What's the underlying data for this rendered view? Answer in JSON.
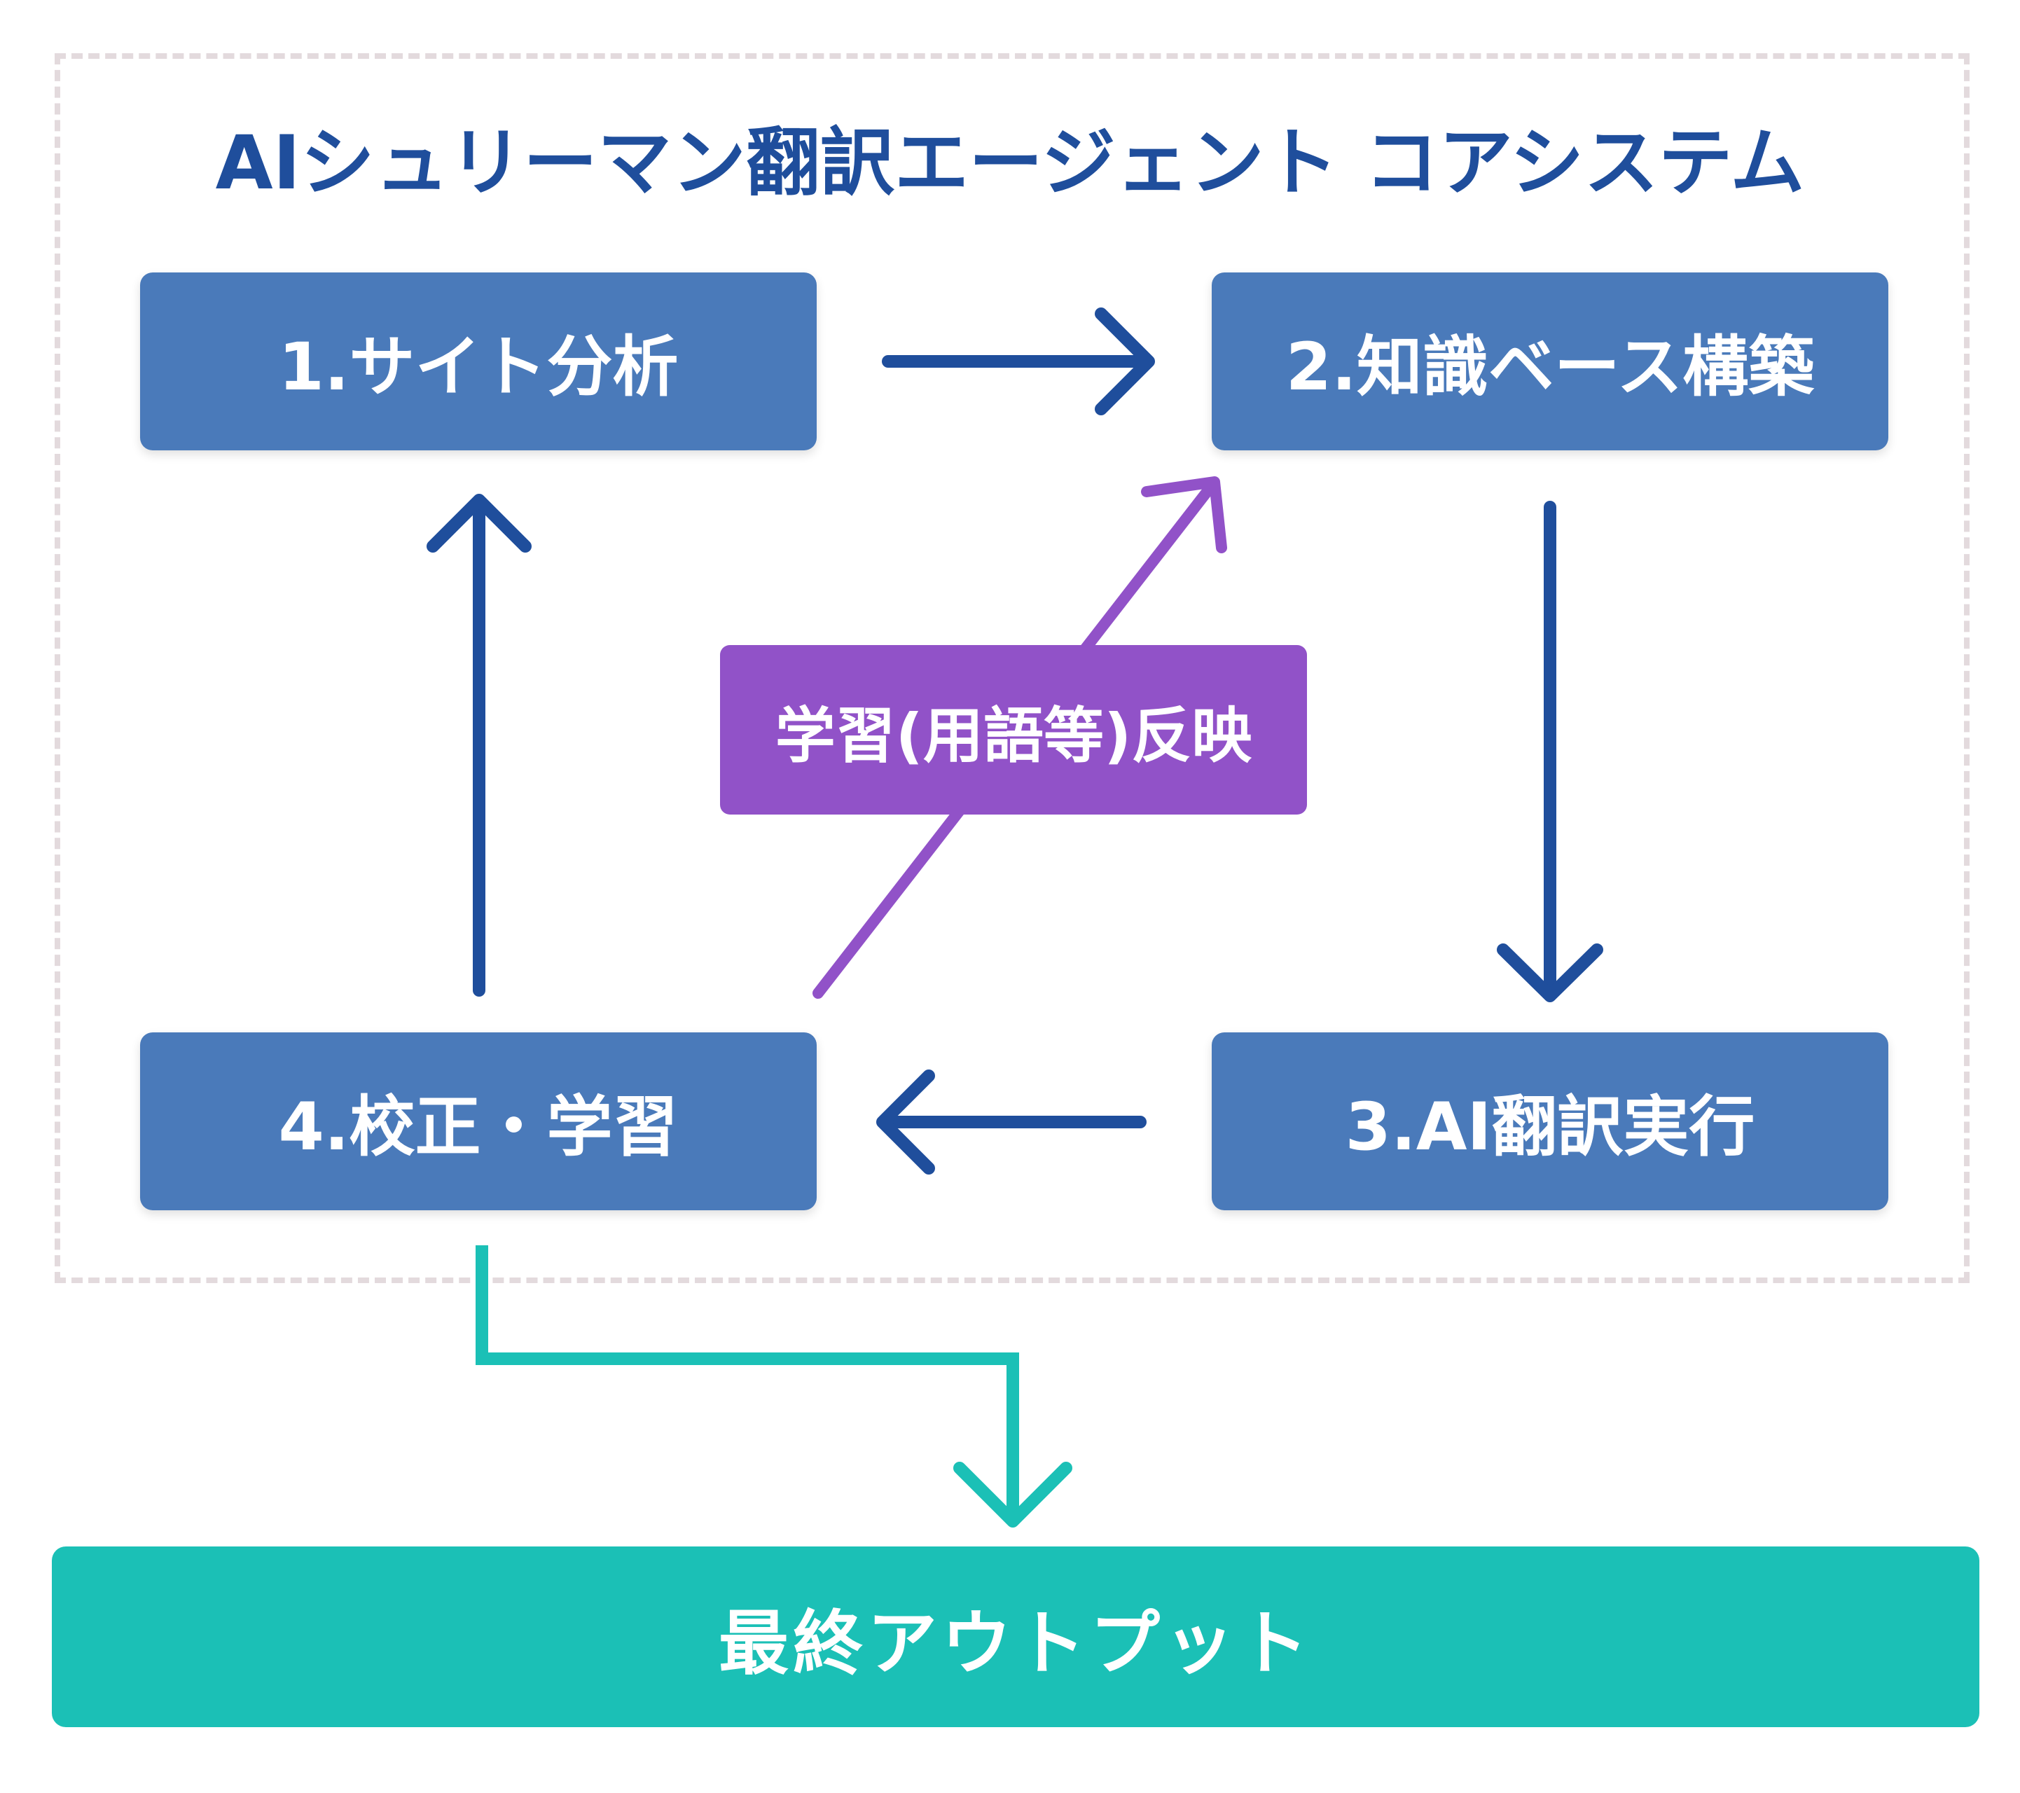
{
  "title": "AIシュリーマン翻訳エージェント コアシステム",
  "nodes": {
    "site_analysis": "1.サイト分析",
    "knowledge_base": "2.知識ベース構築",
    "ai_translation": "3.AI翻訳実行",
    "proofread_learn": "4.校正・学習"
  },
  "feedback_label": "学習(用語等)反映",
  "output_label": "最終アウトプット",
  "colors": {
    "title": "#1f4e9c",
    "node_fill": "#4a7aba",
    "cycle_arrow": "#1f4e9c",
    "feedback": "#9152c8",
    "output": "#1bc0b6",
    "frame_dash": "#e3dadd"
  }
}
